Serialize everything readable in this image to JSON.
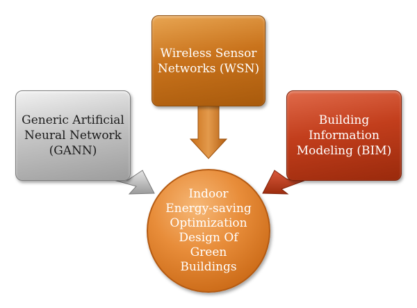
{
  "diagram": {
    "nodes": {
      "top": {
        "label": "Wireless Sensor\nNetworks (WSN)"
      },
      "left": {
        "label": "Generic Artificial\nNeural Network\n(GANN)"
      },
      "right": {
        "label": "Building\nInformation\nModeling (BIM)"
      },
      "center": {
        "label": "Indoor\nEnergy-saving\nOptimization\nDesign Of\nGreen\nBuildings"
      }
    },
    "colors": {
      "top": "#c9731c",
      "left": "#b5b5b5",
      "right": "#c23e1c",
      "center": "#e88d3a"
    }
  }
}
